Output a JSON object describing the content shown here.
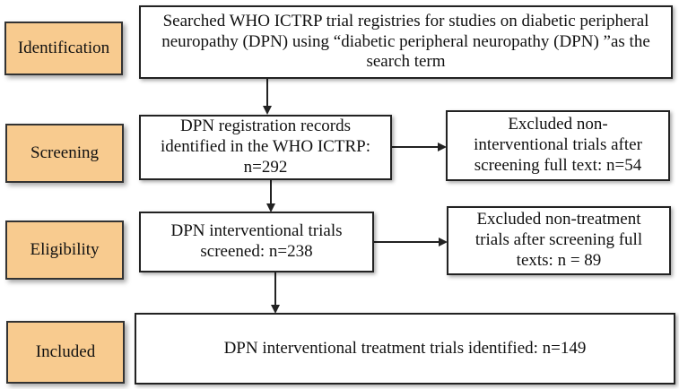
{
  "stages": {
    "identification": "Identification",
    "screening": "Screening",
    "eligibility": "Eligibility",
    "included": "Included"
  },
  "boxes": {
    "search": "Searched WHO ICTRP trial registries for studies on diabetic peripheral\nneuropathy (DPN) using “diabetic peripheral neuropathy (DPN) ”as the\nsearch term",
    "records": "DPN registration records\nidentified in the WHO ICTRP:\nn=292",
    "excluded_noninterventional": "Excluded  non-\ninterventional trials after\nscreening full text: n=54",
    "interventional": "DPN interventional trials\nscreened: n=238",
    "excluded_nontreatment": "Excluded  non-treatment\ntrials after screening full\ntexts: n = 89",
    "included": "DPN interventional treatment trials identified: n=149"
  }
}
